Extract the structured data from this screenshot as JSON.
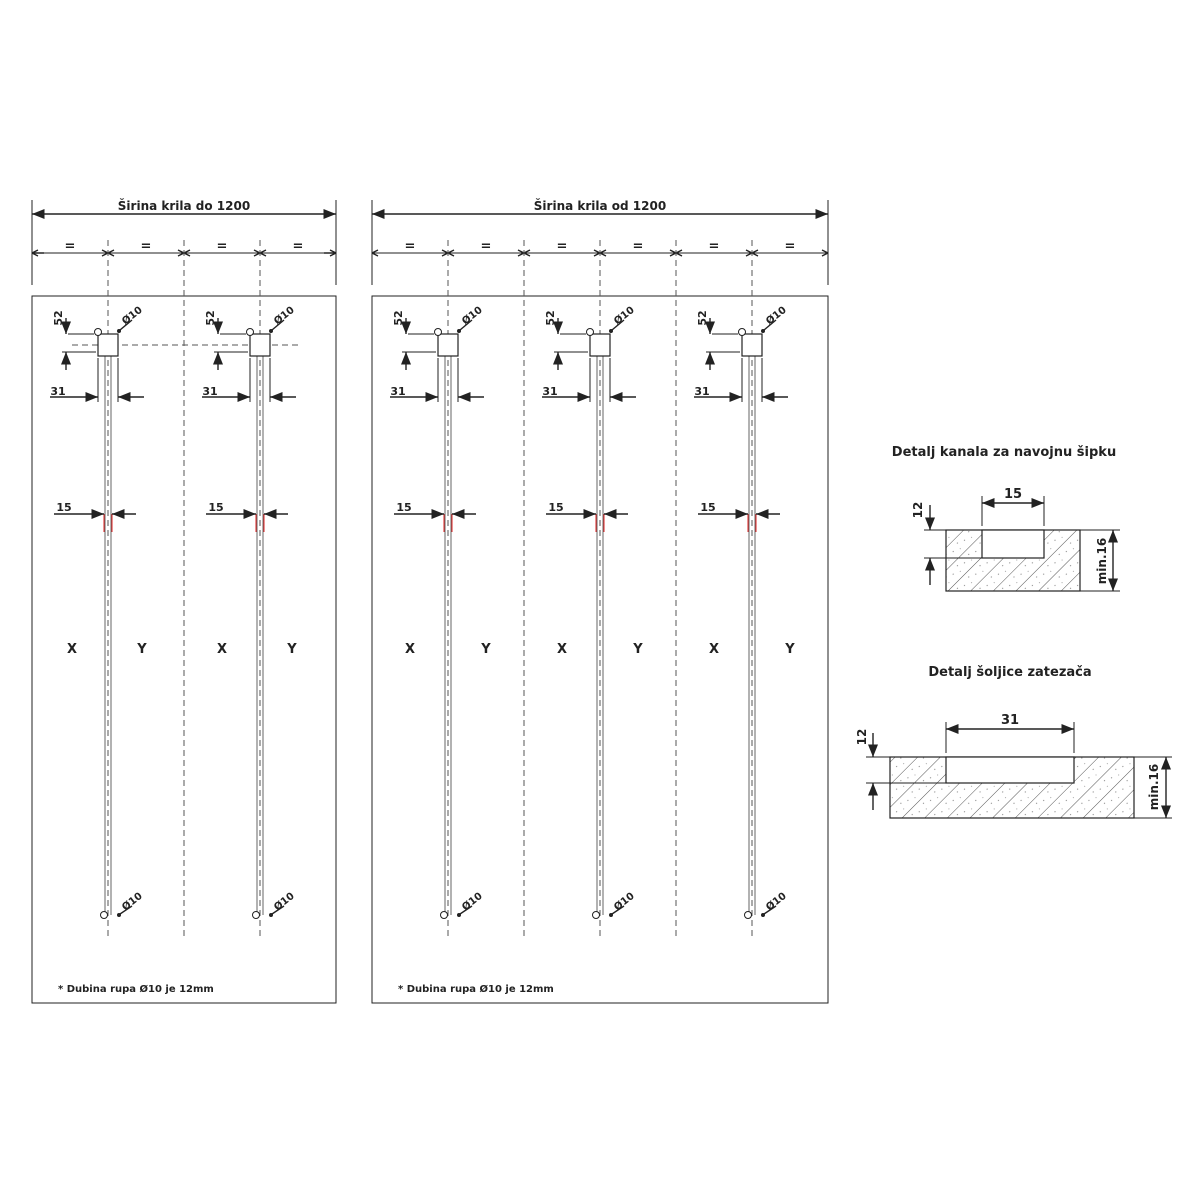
{
  "panels": [
    {
      "width_label": "Širina krila do 1200",
      "equal_marks": [
        "=",
        "=",
        "=",
        "="
      ],
      "footnote": "* Dubina rupa Ø10 je 12mm",
      "zone_labels": [
        "X",
        "Y",
        "X",
        "Y"
      ]
    },
    {
      "width_label": "Širina krila od 1200",
      "equal_marks": [
        "=",
        "=",
        "=",
        "=",
        "=",
        "="
      ],
      "footnote": "* Dubina rupa Ø10 je 12mm",
      "zone_labels": [
        "X",
        "Y",
        "X",
        "Y",
        "X",
        "Y"
      ]
    }
  ],
  "rod_dims": {
    "top_offset": "52",
    "cup_width": "31",
    "channel_width": "15",
    "hole_diameter": "Ø10"
  },
  "details": [
    {
      "title": "Detalj kanala za navojnu šipku",
      "width_label": "15",
      "depth_label": "12",
      "thickness_label": "min.16"
    },
    {
      "title": "Detalj šoljice zatezača",
      "width_label": "31",
      "depth_label": "12",
      "thickness_label": "min.16"
    }
  ]
}
